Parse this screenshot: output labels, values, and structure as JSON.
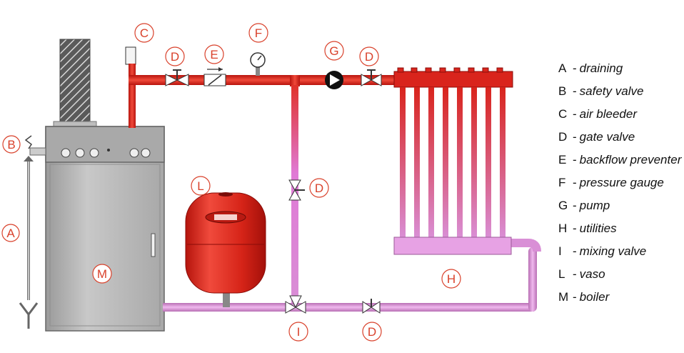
{
  "callouts": {
    "A": "A",
    "B": "B",
    "C": "C",
    "D": "D",
    "E": "E",
    "F": "F",
    "G": "G",
    "H": "H",
    "I": "I",
    "L": "L",
    "M": "M"
  },
  "legend": [
    {
      "letter": "A",
      "desc": "draining"
    },
    {
      "letter": "B",
      "desc": "safety valve"
    },
    {
      "letter": "C",
      "desc": "air bleeder"
    },
    {
      "letter": "D",
      "desc": "gate valve"
    },
    {
      "letter": "E",
      "desc": "backflow preventer"
    },
    {
      "letter": "F",
      "desc": "pressure gauge"
    },
    {
      "letter": "G",
      "desc": "pump"
    },
    {
      "letter": "H",
      "desc": "utilities"
    },
    {
      "letter": "I",
      "desc": "mixing valve"
    },
    {
      "letter": "L",
      "desc": "vaso"
    },
    {
      "letter": "M",
      "desc": "boiler"
    }
  ],
  "colors": {
    "hot_pipe": "#d9241c",
    "return_pipe": "#d98fd6",
    "callout": "#d9412b",
    "boiler": "#b7b7b7",
    "tank": "#e02a1e"
  }
}
